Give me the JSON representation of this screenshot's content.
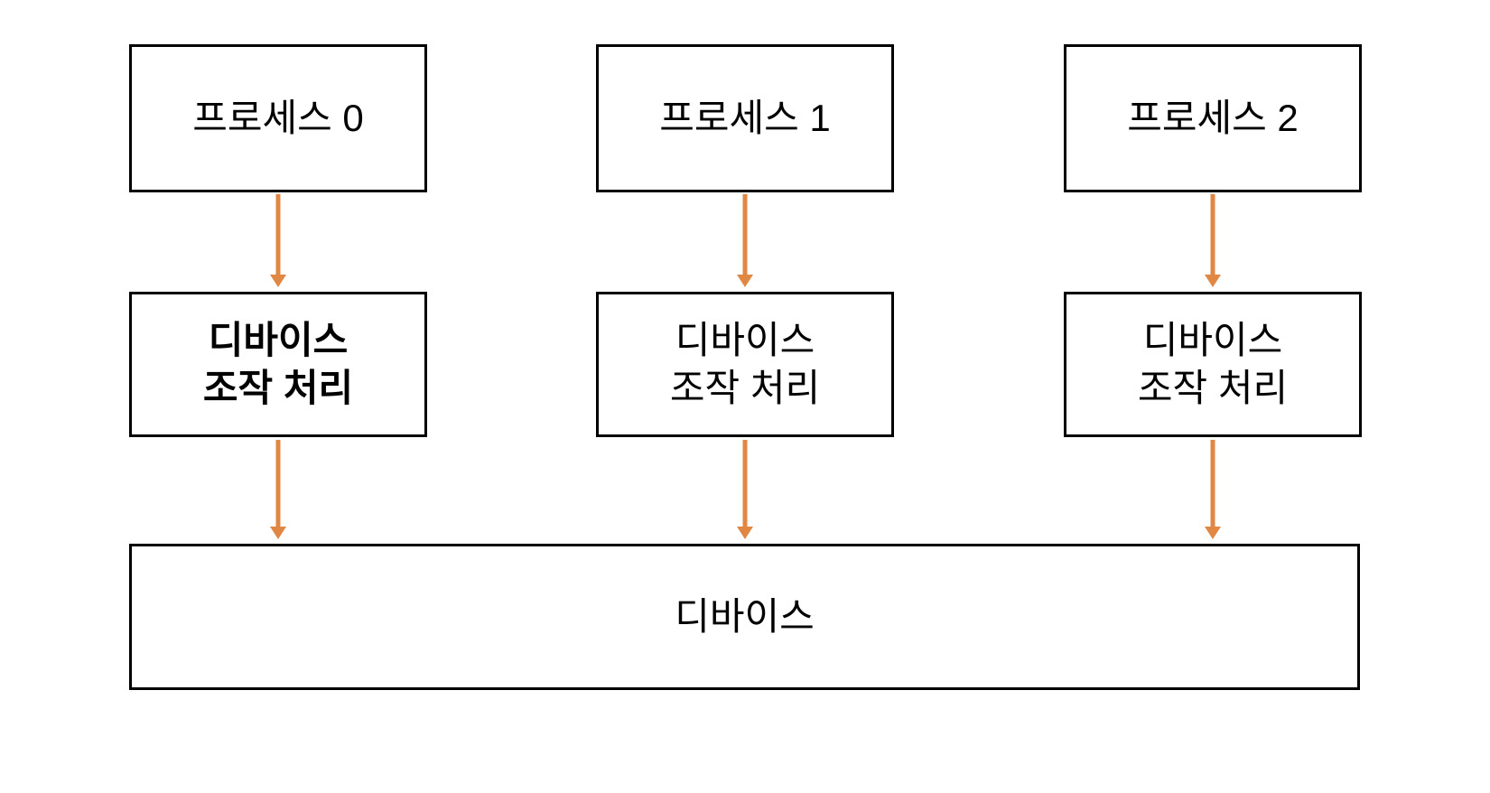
{
  "diagram": {
    "title": "process-device-io-diagram",
    "columns": [
      {
        "process_label": "프로세스 0",
        "handler_label": "디바이스\n조작 처리",
        "handler_bold": true
      },
      {
        "process_label": "프로세스 1",
        "handler_label": "디바이스\n조작 처리",
        "handler_bold": false
      },
      {
        "process_label": "프로세스 2",
        "handler_label": "디바이스\n조작 처리",
        "handler_bold": false
      }
    ],
    "device_label": "디바이스",
    "arrows": [
      "process-0-to-handler-0",
      "process-1-to-handler-1",
      "process-2-to-handler-2",
      "handler-0-to-device",
      "handler-1-to-device",
      "handler-2-to-device"
    ]
  },
  "colors": {
    "arrow": "#E08744",
    "border": "#000000",
    "text": "#000000",
    "bg": "#FFFFFF"
  }
}
